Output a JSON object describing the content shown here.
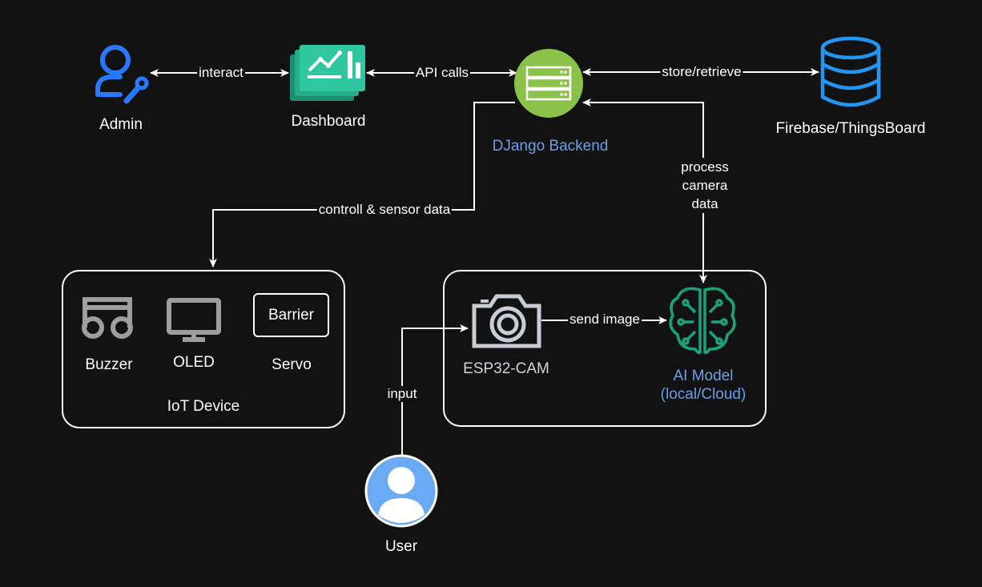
{
  "nodes": {
    "admin": "Admin",
    "dashboard": "Dashboard",
    "backend": "DJango Backend",
    "database": "Firebase/ThingsBoard",
    "buzzer": "Buzzer",
    "oled": "OLED",
    "barrier": "Barrier",
    "servo": "Servo",
    "iot_device": "IoT Device",
    "esp32": "ESP32-CAM",
    "ai_model_line1": "AI Model",
    "ai_model_line2": "(local/Cloud)",
    "user": "User"
  },
  "edges": {
    "interact": "interact",
    "api_calls": "API calls",
    "store_retrieve": "store/retrieve",
    "control_sensor": "controll & sensor data",
    "process_line1": "process",
    "process_line2": "camera",
    "process_line3": "data",
    "send_image": "send image",
    "input": "input"
  },
  "colors": {
    "background": "#121212",
    "admin_icon": "#2979ff",
    "dashboard_icon": "#2ec7a0",
    "backend_circle": "#8bc34a",
    "database_icon": "#2196f3",
    "ai_icon": "#1aa37a",
    "user_circle": "#6aaaf5",
    "device_icon": "#9e9e9e"
  },
  "icons": {
    "admin": "user-wrench-icon",
    "dashboard": "dashboard-chart-icon",
    "backend": "server-icon",
    "database": "database-icon",
    "buzzer": "music-note-icon",
    "oled": "monitor-icon",
    "esp32": "camera-icon",
    "ai_model": "brain-circuit-icon",
    "user": "user-avatar-icon"
  }
}
